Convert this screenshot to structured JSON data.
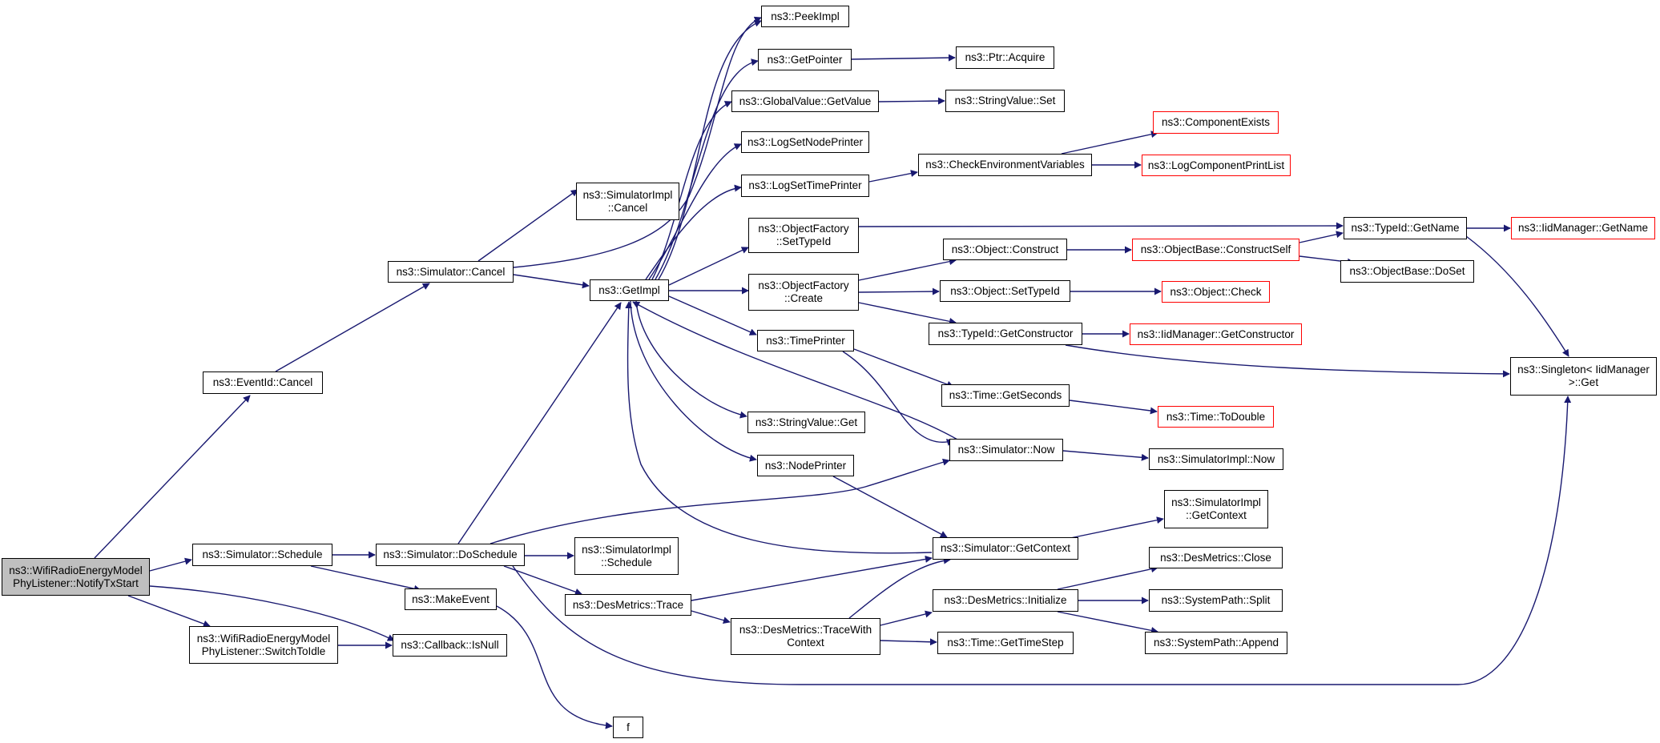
{
  "colors": {
    "edge": "#191970",
    "node_border": "#000000",
    "external_border": "#ff0000",
    "root_fill": "#bfbfbf"
  },
  "nodes": {
    "notify_tx_start": {
      "l1": "ns3::WifiRadioEnergyModel",
      "l2": "PhyListener::NotifyTxStart"
    },
    "eventid_cancel": {
      "l1": "ns3::EventId::Cancel",
      "l2": ""
    },
    "simulator_cancel": {
      "l1": "ns3::Simulator::Cancel",
      "l2": ""
    },
    "simimpl_cancel": {
      "l1": "ns3::SimulatorImpl",
      "l2": "::Cancel"
    },
    "getimpl": {
      "l1": "ns3::GetImpl",
      "l2": ""
    },
    "peekimpl": {
      "l1": "ns3::PeekImpl",
      "l2": ""
    },
    "getpointer": {
      "l1": "ns3::GetPointer",
      "l2": ""
    },
    "ptr_acquire": {
      "l1": "ns3::Ptr::Acquire",
      "l2": ""
    },
    "globalvalue_getvalue": {
      "l1": "ns3::GlobalValue::GetValue",
      "l2": ""
    },
    "stringvalue_set": {
      "l1": "ns3::StringValue::Set",
      "l2": ""
    },
    "logsetnodeprinter": {
      "l1": "ns3::LogSetNodePrinter",
      "l2": ""
    },
    "logsettimeprinter": {
      "l1": "ns3::LogSetTimePrinter",
      "l2": ""
    },
    "checkenvvars": {
      "l1": "ns3::CheckEnvironmentVariables",
      "l2": ""
    },
    "componentexists": {
      "l1": "ns3::ComponentExists",
      "l2": ""
    },
    "logcomponentprintlist": {
      "l1": "ns3::LogComponentPrintList",
      "l2": ""
    },
    "objfactory_settypeid": {
      "l1": "ns3::ObjectFactory",
      "l2": "::SetTypeId"
    },
    "typeid_getname": {
      "l1": "ns3::TypeId::GetName",
      "l2": ""
    },
    "iidmanager_getname": {
      "l1": "ns3::IidManager::GetName",
      "l2": ""
    },
    "objfactory_create": {
      "l1": "ns3::ObjectFactory",
      "l2": "::Create"
    },
    "object_construct": {
      "l1": "ns3::Object::Construct",
      "l2": ""
    },
    "objectbase_constructself": {
      "l1": "ns3::ObjectBase::ConstructSelf",
      "l2": ""
    },
    "objectbase_doset": {
      "l1": "ns3::ObjectBase::DoSet",
      "l2": ""
    },
    "object_settypeid": {
      "l1": "ns3::Object::SetTypeId",
      "l2": ""
    },
    "object_check": {
      "l1": "ns3::Object::Check",
      "l2": ""
    },
    "typeid_getconstructor": {
      "l1": "ns3::TypeId::GetConstructor",
      "l2": ""
    },
    "iidmanager_getconstructor": {
      "l1": "ns3::IidManager::GetConstructor",
      "l2": ""
    },
    "singleton_get": {
      "l1": "ns3::Singleton< IidManager",
      "l2": " >::Get"
    },
    "timeprinter": {
      "l1": "ns3::TimePrinter",
      "l2": ""
    },
    "time_getseconds": {
      "l1": "ns3::Time::GetSeconds",
      "l2": ""
    },
    "time_todouble": {
      "l1": "ns3::Time::ToDouble",
      "l2": ""
    },
    "stringvalue_get": {
      "l1": "ns3::StringValue::Get",
      "l2": ""
    },
    "simulator_now": {
      "l1": "ns3::Simulator::Now",
      "l2": ""
    },
    "simimpl_now": {
      "l1": "ns3::SimulatorImpl::Now",
      "l2": ""
    },
    "nodeprinter": {
      "l1": "ns3::NodePrinter",
      "l2": ""
    },
    "simimpl_getcontext": {
      "l1": "ns3::SimulatorImpl",
      "l2": "::GetContext"
    },
    "simulator_schedule": {
      "l1": "ns3::Simulator::Schedule",
      "l2": ""
    },
    "simulator_doschedule": {
      "l1": "ns3::Simulator::DoSchedule",
      "l2": ""
    },
    "simimpl_schedule": {
      "l1": "ns3::SimulatorImpl",
      "l2": "::Schedule"
    },
    "simulator_getcontext": {
      "l1": "ns3::Simulator::GetContext",
      "l2": ""
    },
    "desmetrics_close": {
      "l1": "ns3::DesMetrics::Close",
      "l2": ""
    },
    "makeevent": {
      "l1": "ns3::MakeEvent",
      "l2": ""
    },
    "desmetrics_trace": {
      "l1": "ns3::DesMetrics::Trace",
      "l2": ""
    },
    "desmetrics_initialize": {
      "l1": "ns3::DesMetrics::Initialize",
      "l2": ""
    },
    "systempath_split": {
      "l1": "ns3::SystemPath::Split",
      "l2": ""
    },
    "switchtoidle": {
      "l1": "ns3::WifiRadioEnergyModel",
      "l2": "PhyListener::SwitchToIdle"
    },
    "callback_isnull": {
      "l1": "ns3::Callback::IsNull",
      "l2": ""
    },
    "desmetrics_tracewithcontext": {
      "l1": "ns3::DesMetrics::TraceWith",
      "l2": "Context"
    },
    "time_gettimestep": {
      "l1": "ns3::Time::GetTimeStep",
      "l2": ""
    },
    "systempath_append": {
      "l1": "ns3::SystemPath::Append",
      "l2": ""
    },
    "f": {
      "l1": "f",
      "l2": ""
    }
  }
}
